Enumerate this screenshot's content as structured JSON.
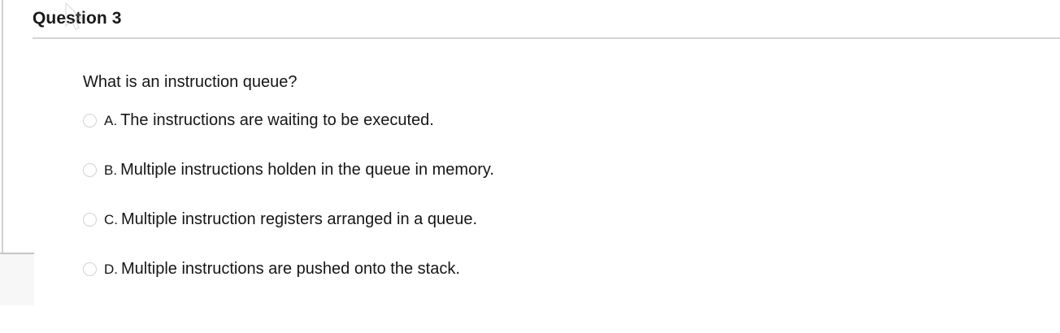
{
  "header": {
    "title": "Question 3"
  },
  "question": {
    "prompt": "What is an instruction queue?",
    "options": [
      {
        "letter": "A.",
        "text": "The instructions are waiting to be executed."
      },
      {
        "letter": "B.",
        "text": "Multiple instructions holden in the queue in memory."
      },
      {
        "letter": "C.",
        "text": "Multiple instruction registers arranged in a queue."
      },
      {
        "letter": "D.",
        "text": "Multiple instructions are pushed onto the stack."
      }
    ]
  },
  "colors": {
    "text": "#161616",
    "title": "#1a1a1a",
    "rule": "#d4d4d4",
    "radio_border": "#d2d2d2",
    "panel": "#f7f7f7"
  }
}
